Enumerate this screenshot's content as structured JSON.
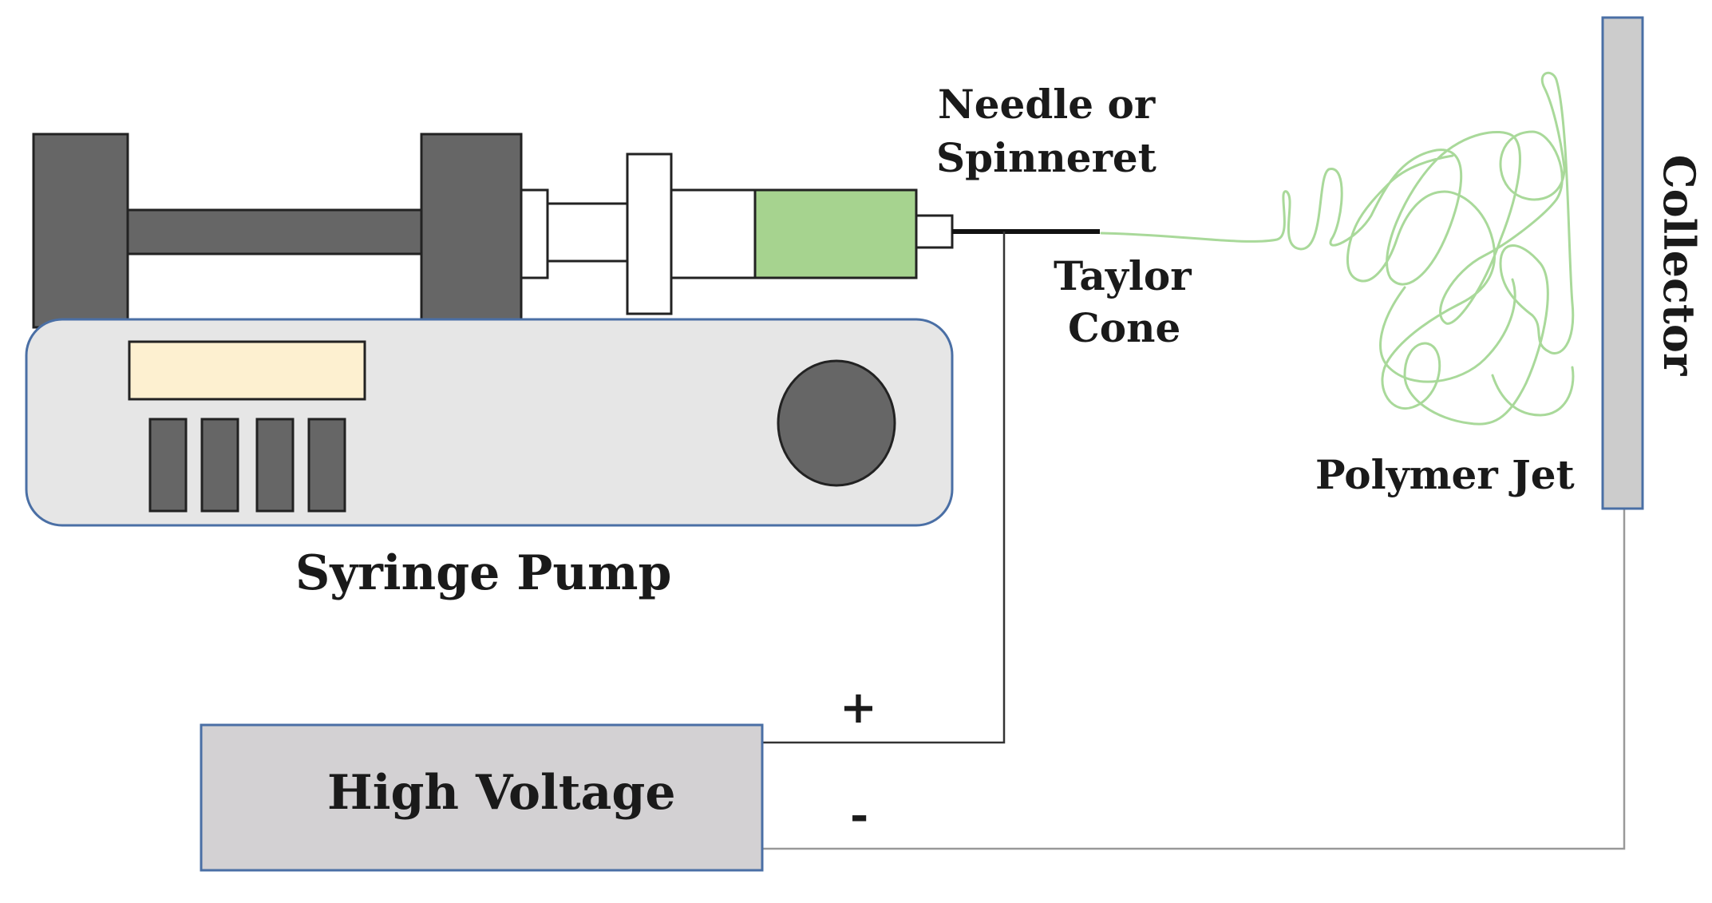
{
  "labels": {
    "needle": "Needle or",
    "needle_2": "Spinneret",
    "taylor": "Taylor",
    "taylor_2": "Cone",
    "syringe_pump": "Syringe Pump",
    "high_voltage": "High Voltage",
    "plus": "+",
    "minus": "-",
    "polymer_jet": "Polymer Jet",
    "collector": "Collector"
  },
  "colors": {
    "dark_gray": "#666666",
    "pump_body": "#e6e6e6",
    "pump_border": "#4a6fa5",
    "display": "#fdf0d0",
    "fluid": "#a6d38f",
    "jet": "#a9d99a",
    "voltage_box": "#d3d1d3",
    "collector_fill": "#cccccc",
    "wire": "#333333"
  }
}
